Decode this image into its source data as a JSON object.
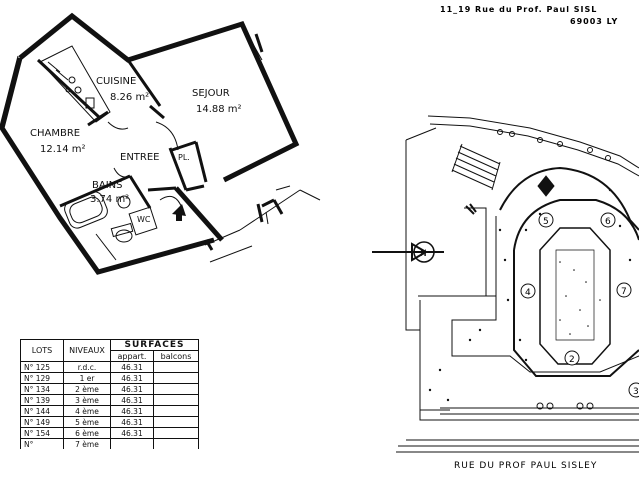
{
  "address": {
    "line1": "11_19 Rue du Prof. Paul SISL",
    "line2": "69003 LY"
  },
  "floor_plan": {
    "rooms": [
      {
        "name": "CUISINE",
        "area": "8.26 m²"
      },
      {
        "name": "SEJOUR",
        "area": "14.88 m²"
      },
      {
        "name": "CHAMBRE",
        "area": "12.14 m²"
      },
      {
        "name": "ENTREE"
      },
      {
        "name": "PL."
      },
      {
        "name": "BAINS",
        "area": "3.74 m²"
      },
      {
        "name": "WC"
      }
    ]
  },
  "site_plan": {
    "street": "RUE DU PROF PAUL SISLEY",
    "buildings": [
      "2",
      "3",
      "4",
      "5",
      "6",
      "7"
    ]
  },
  "table": {
    "headers": {
      "lots": "LOTS",
      "niveaux": "NIVEAUX",
      "surfaces": "SURFACES",
      "appart": "appart.",
      "balcons": "balcons"
    },
    "rows": [
      {
        "lot": "N° 125",
        "niveau": "r.d.c.",
        "appart": "46.31",
        "balcons": ""
      },
      {
        "lot": "N° 129",
        "niveau": "1 er",
        "appart": "46.31",
        "balcons": ""
      },
      {
        "lot": "N° 134",
        "niveau": "2 ème",
        "appart": "46.31",
        "balcons": ""
      },
      {
        "lot": "N° 139",
        "niveau": "3 ème",
        "appart": "46.31",
        "balcons": ""
      },
      {
        "lot": "N° 144",
        "niveau": "4 ème",
        "appart": "46.31",
        "balcons": ""
      },
      {
        "lot": "N° 149",
        "niveau": "5 ème",
        "appart": "46.31",
        "balcons": ""
      },
      {
        "lot": "N° 154",
        "niveau": "6 ème",
        "appart": "46.31",
        "balcons": ""
      },
      {
        "lot": "N°",
        "niveau": "7 ème",
        "appart": "",
        "balcons": ""
      }
    ]
  }
}
